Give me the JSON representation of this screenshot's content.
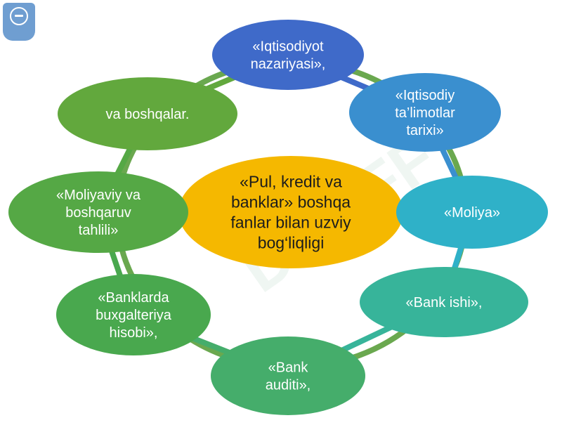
{
  "diagram": {
    "center": {
      "lines": [
        "«Pul, kredit va",
        "banklar» boshqa",
        "fanlar bilan uzviy",
        "bog‘liqligi"
      ],
      "color": "#f5b800"
    },
    "nodes": [
      {
        "id": "iqtisodiyot-nazariyasi",
        "lines": [
          "«Iqtisodiyot",
          "nazariyasi»,"
        ],
        "color": "#3f6ac9"
      },
      {
        "id": "iqtisodiy-talimotlar-tarixi",
        "lines": [
          "«Iqtisodiy",
          "ta’limotlar",
          "tarixi»"
        ],
        "color": "#3a8fcf"
      },
      {
        "id": "moliya",
        "lines": [
          "«Moliya»"
        ],
        "color": "#2fb1c8"
      },
      {
        "id": "bank-ishi",
        "lines": [
          "«Bank ishi»,"
        ],
        "color": "#37b49a"
      },
      {
        "id": "bank-auditi",
        "lines": [
          "«Bank",
          "auditi»,"
        ],
        "color": "#45ad6b"
      },
      {
        "id": "banklarda-buxgalteriya-hisobi",
        "lines": [
          "«Banklarda",
          "buxgalteriya",
          "hisobi»,"
        ],
        "color": "#49a84e"
      },
      {
        "id": "moliyaviy-va-boshqaruv-tahlili",
        "lines": [
          "«Moliyaviy va",
          "boshqaruv",
          "tahlili»"
        ],
        "color": "#55a845"
      },
      {
        "id": "va-boshqalar",
        "lines": [
          "va boshqalar."
        ],
        "color": "#62a83d"
      }
    ]
  },
  "watermark": {
    "text": "DSOFF"
  }
}
